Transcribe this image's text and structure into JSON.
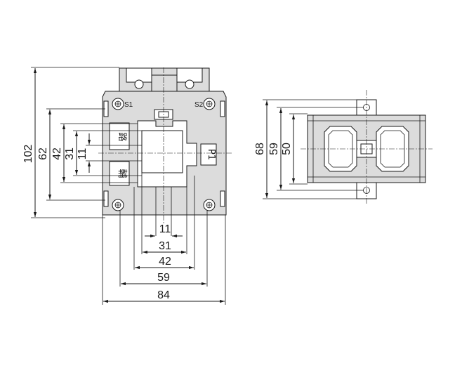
{
  "front_view": {
    "vertical_dims": [
      "102",
      "62",
      "42",
      "31",
      "11"
    ],
    "horizontal_dims": [
      "11",
      "31",
      "42",
      "59",
      "84"
    ],
    "terminal_s1": "S1",
    "terminal_s2": "S2",
    "polarity_mark": "P1",
    "label_upper": "路",
    "label_lower": "輔"
  },
  "side_view": {
    "vertical_dims": [
      "68",
      "59",
      "50"
    ]
  },
  "colors": {
    "body": "#dcdcdc",
    "line": "#1a1a1a"
  }
}
